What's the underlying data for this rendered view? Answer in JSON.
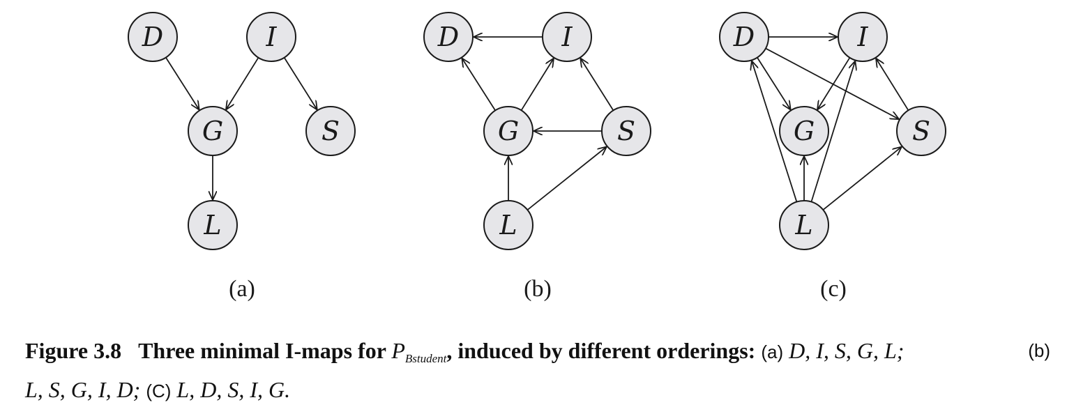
{
  "graphs": [
    {
      "label": "(a)",
      "nodes": [
        {
          "id": "D",
          "label": "D"
        },
        {
          "id": "I",
          "label": "I"
        },
        {
          "id": "G",
          "label": "G"
        },
        {
          "id": "S",
          "label": "S"
        },
        {
          "id": "L",
          "label": "L"
        }
      ],
      "edges": [
        [
          "D",
          "G"
        ],
        [
          "I",
          "G"
        ],
        [
          "I",
          "S"
        ],
        [
          "G",
          "L"
        ]
      ]
    },
    {
      "label": "(b)",
      "nodes": [
        {
          "id": "D",
          "label": "D"
        },
        {
          "id": "I",
          "label": "I"
        },
        {
          "id": "G",
          "label": "G"
        },
        {
          "id": "S",
          "label": "S"
        },
        {
          "id": "L",
          "label": "L"
        }
      ],
      "edges": [
        [
          "I",
          "D"
        ],
        [
          "G",
          "D"
        ],
        [
          "G",
          "I"
        ],
        [
          "S",
          "I"
        ],
        [
          "S",
          "G"
        ],
        [
          "L",
          "G"
        ],
        [
          "L",
          "S"
        ]
      ]
    },
    {
      "label": "(c)",
      "nodes": [
        {
          "id": "D",
          "label": "D"
        },
        {
          "id": "I",
          "label": "I"
        },
        {
          "id": "G",
          "label": "G"
        },
        {
          "id": "S",
          "label": "S"
        },
        {
          "id": "L",
          "label": "L"
        }
      ],
      "edges": [
        [
          "D",
          "I"
        ],
        [
          "D",
          "G"
        ],
        [
          "D",
          "S"
        ],
        [
          "I",
          "G"
        ],
        [
          "S",
          "I"
        ],
        [
          "L",
          "D"
        ],
        [
          "L",
          "G"
        ],
        [
          "L",
          "I"
        ],
        [
          "L",
          "S"
        ]
      ]
    }
  ],
  "caption": {
    "figure_number": "Figure 3.8",
    "title_pre": "Three minimal I-maps for ",
    "title_math": "P",
    "title_math_sub": "Bstudent",
    "title_post": ", induced by different orderings:",
    "items": [
      {
        "label": "(a)",
        "order": "D, I, S, G, L;"
      },
      {
        "label": "(b)",
        "order": "L, S, G, I, D;"
      },
      {
        "label": "(C)",
        "order": "L, D, S, I, G."
      }
    ]
  }
}
